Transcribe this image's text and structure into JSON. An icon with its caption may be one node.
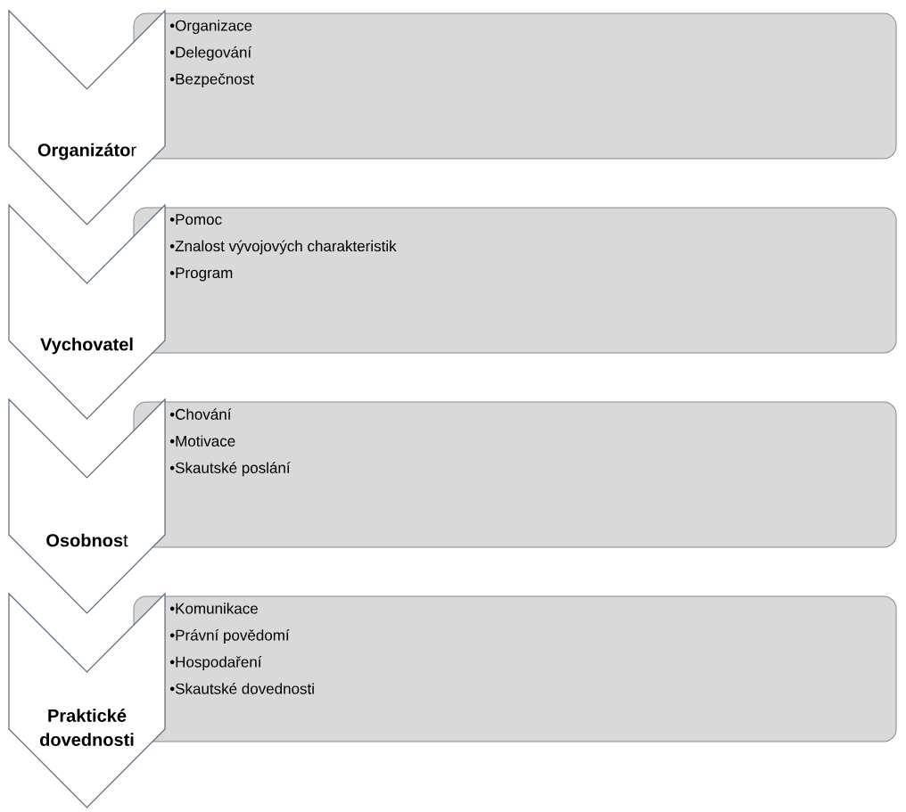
{
  "diagram": {
    "nodes": [
      {
        "text": [
          "**Organizáto**r"
        ]
      },
      {
        "text": [
          "•Organizace",
          "•Delegování",
          "•Bezpečnost"
        ]
      },
      {
        "text": [
          "Vychovatel"
        ]
      },
      {
        "text": [
          "•Pomoc",
          "•Znalost vývojových charakteristik",
          "•Program"
        ]
      },
      {
        "text": [
          "**Osobnos**t"
        ]
      },
      {
        "text": [
          "•Chování",
          "•Motivace",
          "•Skautské poslání"
        ]
      },
      {
        "text": [
          "Praktické dovednosti"
        ]
      },
      {
        "text": [
          "•Komunikace",
          "•Právní povědomí",
          "•Hospodaření",
          "•Skautské dovednosti"
        ]
      }
    ]
  }
}
